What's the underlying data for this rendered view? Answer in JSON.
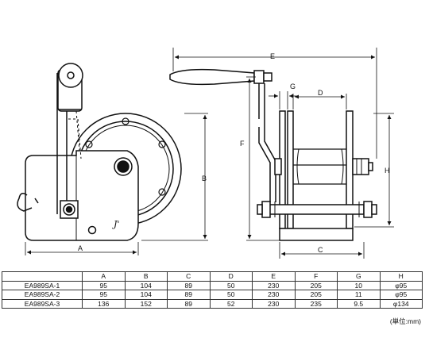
{
  "drawing": {
    "dimension_labels": {
      "A": "A",
      "B": "B",
      "C": "C",
      "D": "D",
      "E": "E",
      "F": "F",
      "G": "G",
      "H": "H"
    },
    "logo_text": "J'"
  },
  "spec_table": {
    "headers": [
      "",
      "A",
      "B",
      "C",
      "D",
      "E",
      "F",
      "G",
      "H"
    ],
    "rows": [
      [
        "EA989SA-1",
        "95",
        "104",
        "89",
        "50",
        "230",
        "205",
        "10",
        "φ95"
      ],
      [
        "EA989SA-2",
        "95",
        "104",
        "89",
        "50",
        "230",
        "205",
        "11",
        "φ95"
      ],
      [
        "EA989SA-3",
        "136",
        "152",
        "89",
        "52",
        "230",
        "235",
        "9.5",
        "φ134"
      ]
    ]
  },
  "unit_note": "(単位:mm)"
}
